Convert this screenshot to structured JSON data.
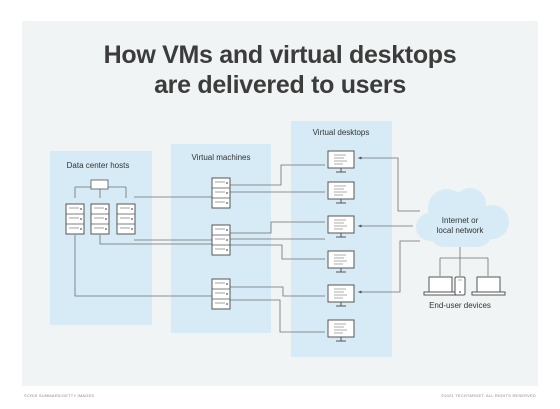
{
  "title": {
    "line1": "How VMs and virtual desktops",
    "line2": "are delivered to users"
  },
  "panels": {
    "datacenter": "Data center hosts",
    "vms": "Virtual machines",
    "desktops": "Virtual desktops"
  },
  "network": {
    "line1": "Internet or",
    "line2": "local network"
  },
  "devices_label": "End-user devices",
  "credit_left": "©CRIS SUMMARS/GETTY IMAGES",
  "credit_right": "©2021 TECHTARGET. ALL RIGHTS RESERVED",
  "colors": {
    "panel_fill": "#d6ebf5",
    "line": "#6f6f6f",
    "icon_stroke": "#555555",
    "title": "#3c3c3c",
    "text": "#333333",
    "background": "#f0f4f5"
  }
}
